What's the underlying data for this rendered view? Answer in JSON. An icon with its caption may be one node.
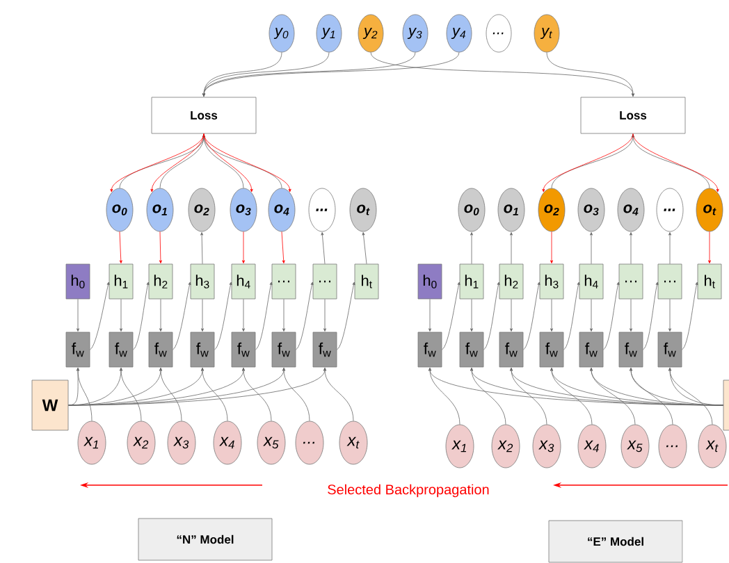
{
  "diagram": {
    "nodes": [
      {
        "text": [
          "y$_{0}$"
        ]
      },
      {
        "text": [
          "y$_{1}$"
        ]
      },
      {
        "text": [
          "y$_{2}$"
        ]
      },
      {
        "text": [
          "y$_{3}$"
        ]
      },
      {
        "text": [
          "y$_{4}$"
        ]
      },
      {
        "text": [
          "..."
        ]
      },
      {
        "text": [
          "y$_{t}$"
        ]
      },
      {
        "text": [
          "Loss"
        ]
      },
      {
        "text": [
          "Loss"
        ]
      },
      {
        "text": [
          "o$_{0}$"
        ]
      },
      {
        "text": [
          "o$_{1}$"
        ]
      },
      {
        "text": [
          "o$_{2}$"
        ]
      },
      {
        "text": [
          "o$_{3}$"
        ]
      },
      {
        "text": [
          "o$_{4}$"
        ]
      },
      {
        "text": [
          "..."
        ]
      },
      {
        "text": [
          "o$_{t}$"
        ]
      },
      {
        "text": [
          "h$_{0}$"
        ]
      },
      {
        "text": [
          "h$_{1}$"
        ]
      },
      {
        "text": [
          "h$_{2}$"
        ]
      },
      {
        "text": [
          "h$_{3}$"
        ]
      },
      {
        "text": [
          "h$_{4}$"
        ]
      },
      {
        "text": [
          "…"
        ]
      },
      {
        "text": [
          "…"
        ]
      },
      {
        "text": [
          "h$_{t}$"
        ]
      },
      {
        "text": [
          "f$_{w}$"
        ]
      },
      {
        "text": [
          "f$_{w}$"
        ]
      },
      {
        "text": [
          "f$_{w}$"
        ]
      },
      {
        "text": [
          "f$_{w}$"
        ]
      },
      {
        "text": [
          "f$_{w}$"
        ]
      },
      {
        "text": [
          "f$_{w}$"
        ]
      },
      {
        "text": [
          "f$_{w}$"
        ]
      },
      {
        "text": [
          "W"
        ]
      },
      {
        "text": [
          "x$_{1}$"
        ]
      },
      {
        "text": [
          "x$_{2}$"
        ]
      },
      {
        "text": [
          "x$_{3}$"
        ]
      },
      {
        "text": [
          "x$_{4}$"
        ]
      },
      {
        "text": [
          "x$_{5}$"
        ]
      },
      {
        "text": [
          "..."
        ]
      },
      {
        "text": [
          "x$_{t}$"
        ]
      },
      {
        "text": [
          "o$_{0}$"
        ]
      },
      {
        "text": [
          "o$_{1}$"
        ]
      },
      {
        "text": [
          "o$_{2}$"
        ]
      },
      {
        "text": [
          "o$_{3}$"
        ]
      },
      {
        "text": [
          "o$_{4}$"
        ]
      },
      {
        "text": [
          "..."
        ]
      },
      {
        "text": [
          "o$_{t}$"
        ]
      },
      {
        "text": [
          "h$_{0}$"
        ]
      },
      {
        "text": [
          "h$_{1}$"
        ]
      },
      {
        "text": [
          "h$_{2}$"
        ]
      },
      {
        "text": [
          "h$_{3}$"
        ]
      },
      {
        "text": [
          "h$_{4}$"
        ]
      },
      {
        "text": [
          "…"
        ]
      },
      {
        "text": [
          "…"
        ]
      },
      {
        "text": [
          "h$_{t}$"
        ]
      },
      {
        "text": [
          "f$_{w}$"
        ]
      },
      {
        "text": [
          "f$_{w}$"
        ]
      },
      {
        "text": [
          "f$_{w}$"
        ]
      },
      {
        "text": [
          "f$_{w}$"
        ]
      },
      {
        "text": [
          "f$_{w}$"
        ]
      },
      {
        "text": [
          "f$_{w}$"
        ]
      },
      {
        "text": [
          "f$_{w}$"
        ]
      },
      {
        "text": [],
        "shape": "box"
      },
      {
        "text": [
          "x$_{1}$"
        ]
      },
      {
        "text": [
          "x$_{2}$"
        ]
      },
      {
        "text": [
          "x$_{3}$"
        ]
      },
      {
        "text": [
          "x$_{4}$"
        ]
      },
      {
        "text": [
          "x$_{5}$"
        ]
      },
      {
        "text": [
          "..."
        ]
      },
      {
        "text": [
          "x$_{t}$"
        ]
      },
      {
        "text": [
          "“N” Model"
        ]
      },
      {
        "text": [
          "“E” Model"
        ]
      }
    ],
    "edges": [
      {
        "from": 0,
        "to": 7,
        "arrow": "to"
      },
      {
        "from": 1,
        "to": 7,
        "arrow": "to"
      },
      {
        "from": 3,
        "to": 7,
        "arrow": "to"
      },
      {
        "from": 4,
        "to": 7,
        "arrow": "to"
      },
      {
        "from": 2,
        "to": 8,
        "arrow": "to"
      },
      {
        "from": 6,
        "to": 8,
        "arrow": "to"
      },
      {
        "from": 9,
        "to": 7,
        "arrow": "to"
      },
      {
        "from": 10,
        "to": 7,
        "arrow": "to"
      },
      {
        "from": 12,
        "to": 7,
        "arrow": "to"
      },
      {
        "from": 13,
        "to": 7,
        "arrow": "to"
      },
      {
        "from": 7,
        "to": 9,
        "arrow": "to",
        "color": "#ff0000"
      },
      {
        "from": 7,
        "to": 10,
        "arrow": "to",
        "color": "#ff0000"
      },
      {
        "from": 7,
        "to": 12,
        "arrow": "to",
        "color": "#ff0000"
      },
      {
        "from": 7,
        "to": 13,
        "arrow": "to",
        "color": "#ff0000"
      },
      {
        "from": 41,
        "to": 8,
        "arrow": "to"
      },
      {
        "from": 45,
        "to": 8,
        "arrow": "to"
      },
      {
        "from": 8,
        "to": 41,
        "arrow": "to",
        "color": "#ff0000"
      },
      {
        "from": 8,
        "to": 45,
        "arrow": "to",
        "color": "#ff0000"
      },
      {
        "from": 9,
        "to": 17,
        "arrow": "to",
        "color": "#ff0000"
      },
      {
        "from": 10,
        "to": 18,
        "arrow": "to",
        "color": "#ff0000"
      },
      {
        "from": 19,
        "to": 11,
        "arrow": "to"
      },
      {
        "from": 12,
        "to": 20,
        "arrow": "to",
        "color": "#ff0000"
      },
      {
        "from": 13,
        "to": 21,
        "arrow": "to",
        "color": "#ff0000"
      },
      {
        "from": 22,
        "to": 14,
        "arrow": "to"
      },
      {
        "from": 23,
        "to": 15,
        "arrow": "to"
      },
      {
        "from": 47,
        "to": 39,
        "arrow": "to"
      },
      {
        "from": 48,
        "to": 40,
        "arrow": "to"
      },
      {
        "from": 41,
        "to": 49,
        "arrow": "to",
        "color": "#ff0000"
      },
      {
        "from": 50,
        "to": 42,
        "arrow": "to"
      },
      {
        "from": 51,
        "to": 43,
        "arrow": "to"
      },
      {
        "from": 52,
        "to": 44,
        "arrow": "to"
      },
      {
        "from": 45,
        "to": 53,
        "arrow": "to",
        "color": "#ff0000"
      },
      {
        "from": 16,
        "to": 24,
        "arrow": "to"
      },
      {
        "from": 17,
        "to": 25,
        "arrow": "to"
      },
      {
        "from": 18,
        "to": 26,
        "arrow": "to"
      },
      {
        "from": 19,
        "to": 27,
        "arrow": "to"
      },
      {
        "from": 20,
        "to": 28,
        "arrow": "to"
      },
      {
        "from": 21,
        "to": 29,
        "arrow": "to"
      },
      {
        "from": 22,
        "to": 30,
        "arrow": "to"
      },
      {
        "from": 24,
        "to": 17,
        "arrow": "to"
      },
      {
        "from": 25,
        "to": 18,
        "arrow": "to"
      },
      {
        "from": 26,
        "to": 19,
        "arrow": "to"
      },
      {
        "from": 27,
        "to": 20,
        "arrow": "to"
      },
      {
        "from": 28,
        "to": 21,
        "arrow": "to"
      },
      {
        "from": 29,
        "to": 22,
        "arrow": "to"
      },
      {
        "from": 30,
        "to": 23,
        "arrow": "to"
      },
      {
        "from": 31,
        "to": 24,
        "arrow": "to"
      },
      {
        "from": 31,
        "to": 25,
        "arrow": "to"
      },
      {
        "from": 31,
        "to": 26,
        "arrow": "to"
      },
      {
        "from": 31,
        "to": 27,
        "arrow": "to"
      },
      {
        "from": 31,
        "to": 28,
        "arrow": "to"
      },
      {
        "from": 31,
        "to": 29,
        "arrow": "to"
      },
      {
        "from": 31,
        "to": 30,
        "arrow": "to"
      },
      {
        "from": 32,
        "to": 24,
        "arrow": "to"
      },
      {
        "from": 33,
        "to": 25,
        "arrow": "to"
      },
      {
        "from": 34,
        "to": 26,
        "arrow": "to"
      },
      {
        "from": 35,
        "to": 27,
        "arrow": "to"
      },
      {
        "from": 36,
        "to": 28,
        "arrow": "to"
      },
      {
        "from": 37,
        "to": 29,
        "arrow": "to"
      },
      {
        "from": 38,
        "to": 30,
        "arrow": "to"
      },
      {
        "from": 46,
        "to": 54,
        "arrow": "to"
      },
      {
        "from": 47,
        "to": 55,
        "arrow": "to"
      },
      {
        "from": 48,
        "to": 56,
        "arrow": "to"
      },
      {
        "from": 49,
        "to": 57,
        "arrow": "to"
      },
      {
        "from": 50,
        "to": 58,
        "arrow": "to"
      },
      {
        "from": 51,
        "to": 59,
        "arrow": "to"
      },
      {
        "from": 52,
        "to": 60,
        "arrow": "to"
      },
      {
        "from": 54,
        "to": 47,
        "arrow": "to"
      },
      {
        "from": 55,
        "to": 48,
        "arrow": "to"
      },
      {
        "from": 56,
        "to": 49,
        "arrow": "to"
      },
      {
        "from": 57,
        "to": 50,
        "arrow": "to"
      },
      {
        "from": 58,
        "to": 51,
        "arrow": "to"
      },
      {
        "from": 59,
        "to": 52,
        "arrow": "to"
      },
      {
        "from": 60,
        "to": 53,
        "arrow": "to"
      },
      {
        "from": 61,
        "to": 54,
        "arrow": "to"
      },
      {
        "from": 61,
        "to": 55,
        "arrow": "to"
      },
      {
        "from": 61,
        "to": 56,
        "arrow": "to"
      },
      {
        "from": 61,
        "to": 57,
        "arrow": "to"
      },
      {
        "from": 61,
        "to": 58,
        "arrow": "to"
      },
      {
        "from": 61,
        "to": 59,
        "arrow": "to"
      },
      {
        "from": 61,
        "to": 60,
        "arrow": "to"
      },
      {
        "from": 62,
        "to": 54,
        "arrow": "to"
      },
      {
        "from": 63,
        "to": 55,
        "arrow": "to"
      },
      {
        "from": 64,
        "to": 56,
        "arrow": "to"
      },
      {
        "from": 65,
        "to": 57,
        "arrow": "to"
      },
      {
        "from": 66,
        "to": 58,
        "arrow": "to"
      },
      {
        "from": 67,
        "to": 59,
        "arrow": "to"
      },
      {
        "from": 68,
        "to": 60,
        "arrow": "to"
      }
    ],
    "labels": [
      "Selected Backpropagation"
    ]
  }
}
